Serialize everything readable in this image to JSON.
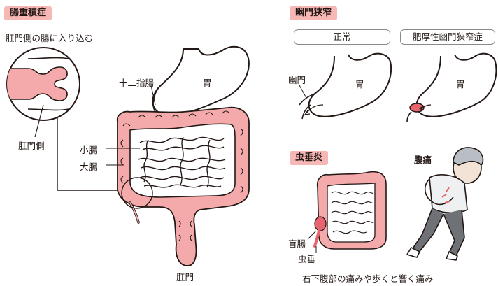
{
  "left": {
    "badge": "腸重積症",
    "description": "肛門側の腸に入り込む",
    "labels": {
      "anal_side": "肛門側",
      "duodenum": "十二指腸",
      "stomach": "胃",
      "small_intestine": "小腸",
      "large_intestine": "大腸",
      "anus": "肛門"
    }
  },
  "top_right": {
    "badge": "幽門狭窄",
    "tab_normal": "正常",
    "tab_stenosis": "肥厚性幽門狭窄症",
    "pylorus_label": "幽門",
    "stomach_label_1": "胃",
    "stomach_label_2": "胃"
  },
  "bottom_right": {
    "badge": "虫垂炎",
    "pain_label": "腹痛",
    "cecum_label": "盲腸",
    "appendix_label": "虫垂",
    "caption": "右下腹部の痛みや歩くと響く痛み"
  },
  "colors": {
    "badge_pink": "#f6b7b5",
    "colon_pink": "#f4aaaa",
    "inflamed_red": "#e8646e",
    "line": "#231815"
  }
}
